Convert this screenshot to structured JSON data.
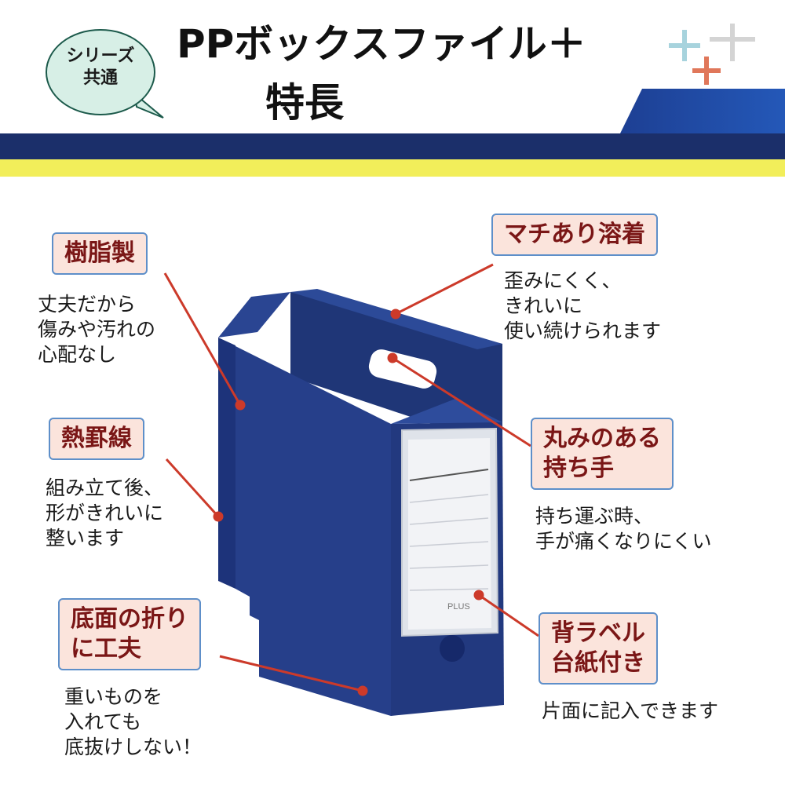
{
  "header": {
    "bubble_line1": "シリーズ",
    "bubble_line2": "共通",
    "title_line1": "PPボックスファイル＋",
    "title_line2": "特長"
  },
  "colors": {
    "navy": "#1b2f6a",
    "yellow": "#f2ee5a",
    "label_bg": "#fbe4dc",
    "label_border": "#5e8fc9",
    "label_text": "#7a1616",
    "leader_line": "#cc3a2a",
    "box_blue": "#243d86"
  },
  "product": {
    "brand": "PLUS"
  },
  "features": {
    "resin": {
      "label": "樹脂製",
      "desc": [
        "丈夫だから",
        "傷みや汚れの",
        "心配なし"
      ]
    },
    "crease": {
      "label": "熱罫線",
      "desc": [
        "組み立て後、",
        "形がきれいに",
        "整います"
      ]
    },
    "bottom": {
      "label": [
        "底面の折り",
        "に工夫"
      ],
      "desc": [
        "重いものを",
        "入れても",
        "底抜けしない！"
      ]
    },
    "gusset": {
      "label": "マチあり溶着",
      "desc": [
        "歪みにくく、",
        "きれいに",
        "使い続けられます"
      ]
    },
    "handle": {
      "label": [
        "丸みのある",
        "持ち手"
      ],
      "desc": [
        "持ち運ぶ時、",
        "手が痛くなりにくい"
      ]
    },
    "spine": {
      "label": [
        "背ラベル",
        "台紙付き"
      ],
      "desc": [
        "片面に記入できます"
      ]
    }
  }
}
